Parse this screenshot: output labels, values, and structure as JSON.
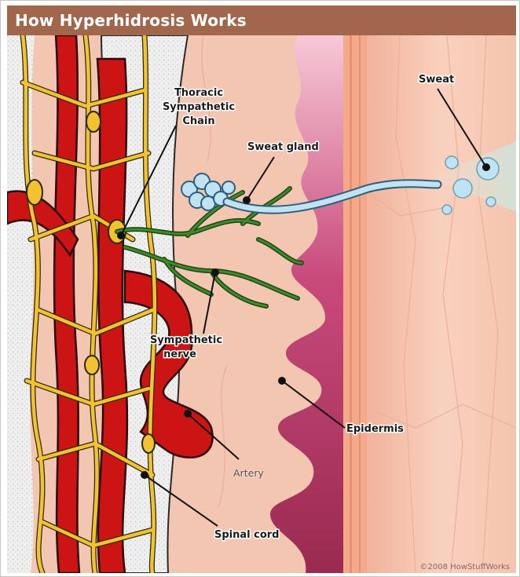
{
  "title": "How Hyperhidrosis Works",
  "labels": {
    "thoracic_line1": "Thoracic",
    "thoracic_line2": "Sympathetic",
    "thoracic_line3": "Chain",
    "sweat_gland": "Sweat gland",
    "sweat": "Sweat",
    "sympathetic_line1": "Sympathetic",
    "sympathetic_line2": "nerve",
    "epidermis": "Epidermis",
    "artery": "Artery",
    "spinal_cord": "Spinal cord"
  },
  "credit": "©2008 HowStuffWorks",
  "colors": {
    "title_bar": "#a0674c",
    "nerve_yellow": "#f2c230",
    "artery_red": "#cc1414",
    "dermis_pink": "#f6cbb6",
    "epidermis_magenta": "#a8305c",
    "sweat_blue": "#bfe3f2",
    "sympathetic_green": "#2f6b22"
  }
}
